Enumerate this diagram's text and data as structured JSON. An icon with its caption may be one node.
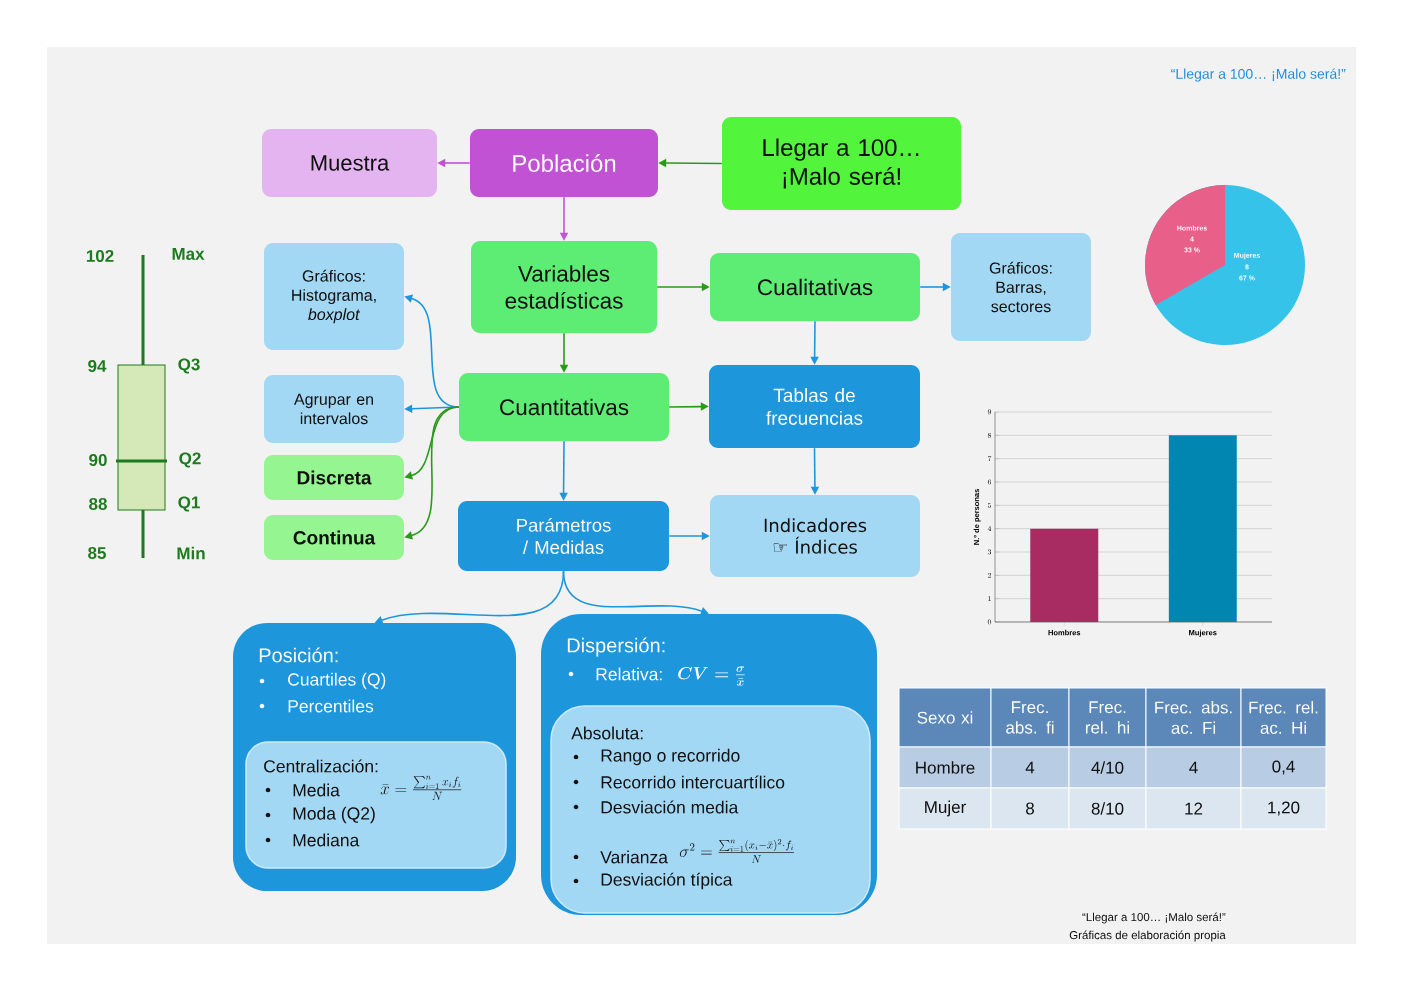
{
  "diagram": {
    "nodes": [
      {
        "text": [
          "Muestra"
        ]
      },
      {
        "text": [
          "Población"
        ]
      },
      {
        "text": [
          "Llegar a 100… ¡Malo será!"
        ]
      },
      {
        "text": [
          "Gráficos: Histograma, *boxplot*"
        ]
      },
      {
        "text": [
          "Variables estadísticas"
        ]
      },
      {
        "text": [
          "Cualitativas"
        ]
      },
      {
        "text": [
          "Gráficos: Barras, sectores"
        ]
      },
      {
        "text": [
          "Agrupar en intervalos"
        ]
      },
      {
        "text": [
          "Cuantitativas"
        ]
      },
      {
        "text": [
          "Tablas de frecuencias"
        ]
      },
      {
        "text": [
          "Discreta"
        ]
      },
      {
        "text": [
          "Continua"
        ]
      },
      {
        "text": [
          "Parámetros / Medidas"
        ]
      },
      {
        "text": [
          "Indicadores ☞ Índices"
        ]
      },
      {
        "text": [
          "Posición:",
          "Cuartiles (Q)",
          "Percentiles"
        ]
      },
      {
        "text": [
          "Centralización:",
          "Media",
          "Moda (Q2)",
          "Mediana",
          "\\bar{x}=\\frac{\\sum_{i=1}^{n} x_i f_i}{N}"
        ],
        "in": 14
      },
      {
        "text": [
          "Dispersión:",
          "Relativa:",
          "CV=\\frac{\\sigma}{\\bar{x}}"
        ]
      },
      {
        "text": [
          "Absoluta:",
          "Rango o recorrido",
          "Recorrido intercuartílico",
          "Desviación media",
          "Varianza",
          "\\sigma^2=\\frac{\\sum_{i=1}^{n}(x_i-\\bar{x})^2\\cdot f_i}{N}",
          "Desviación típica"
        ],
        "in": 16
      }
    ],
    "edges": [
      {
        "from": 1,
        "to": 0,
        "arrow": "to",
        "color": "#c252d4"
      },
      {
        "from": 2,
        "to": 1,
        "arrow": "to",
        "color": "#2a9a1a"
      },
      {
        "from": 1,
        "to": 4,
        "arrow": "to",
        "color": "#c252d4"
      },
      {
        "from": 4,
        "to": 5,
        "arrow": "to",
        "color": "#2a9a1a"
      },
      {
        "from": 4,
        "to": 8,
        "arrow": "to",
        "color": "#2a9a1a"
      },
      {
        "from": 8,
        "to": 3,
        "arrow": "to"
      },
      {
        "from": 8,
        "to": 7,
        "arrow": "to"
      },
      {
        "from": 8,
        "to": 10,
        "arrow": "to",
        "color": "#2a9a1a"
      },
      {
        "from": 8,
        "to": 11,
        "arrow": "to",
        "color": "#2a9a1a"
      },
      {
        "from": 8,
        "to": 9,
        "arrow": "to",
        "color": "#2a9a1a"
      },
      {
        "from": 8,
        "to": 12,
        "arrow": "to"
      },
      {
        "from": 5,
        "to": 6,
        "arrow": "to"
      },
      {
        "from": 5,
        "to": 9,
        "arrow": "to"
      },
      {
        "from": 9,
        "to": 13,
        "arrow": "to"
      },
      {
        "from": 12,
        "to": 13,
        "arrow": "to"
      },
      {
        "from": 12,
        "to": 14,
        "arrow": "to"
      },
      {
        "from": 12,
        "to": 16,
        "arrow": "to"
      }
    ],
    "labels": [
      "“Llegar a 100… ¡Malo será!”",
      "102",
      "Max",
      "94",
      "Q3",
      "90",
      "Q2",
      "88",
      "Q1",
      "85",
      "Min",
      "Hombres",
      "4",
      "33 %",
      "Mujeres",
      "8",
      "67 %",
      "Sexo xi",
      "Frec. abs. fi",
      "Frec. rel. hi",
      "Frec. abs. ac. Fi",
      "Frec. rel. ac. Hi",
      "Hombre",
      "4",
      "4/10",
      "4",
      "0,4",
      "Mujer",
      "8",
      "8/10",
      "12",
      "1,20",
      "“Llegar a 100… ¡Malo será!”",
      "Gráficas de elaboración propia"
    ],
    "chart_data": {
      "type": "bar",
      "ylabel": "N.º de personas",
      "categories": [
        "Hombres",
        "Mujeres"
      ],
      "series": [
        {
          "color": "#a82c62",
          "values": [
            4,
            null
          ]
        },
        {
          "color": "#0086b0",
          "values": [
            null,
            8
          ]
        }
      ],
      "ylim": [
        0,
        9
      ],
      "grid": true,
      "yticks": [
        0,
        1,
        2,
        3,
        4,
        5,
        6,
        7,
        8,
        9
      ]
    }
  }
}
